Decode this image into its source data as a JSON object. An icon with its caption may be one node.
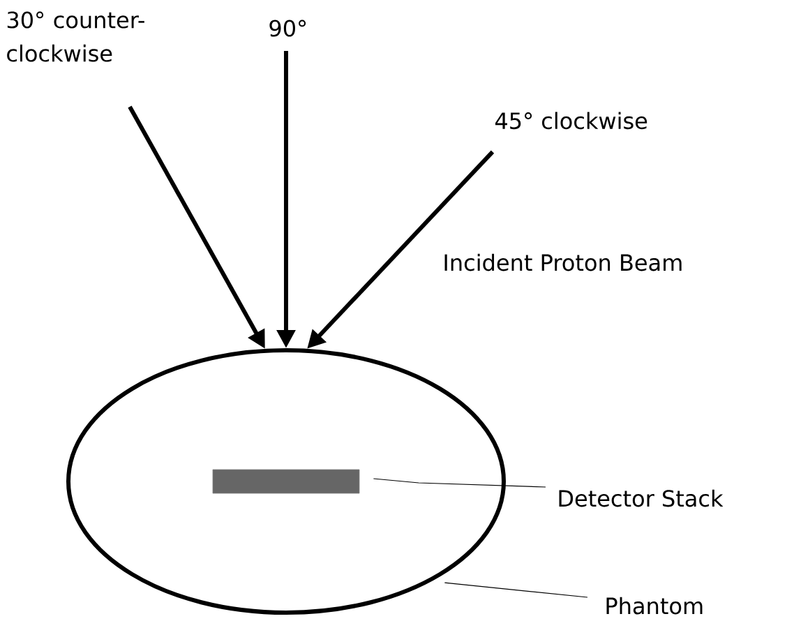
{
  "diagram": {
    "nodes": [
      {
        "text": [],
        "shape": "ellipse"
      },
      {
        "text": [],
        "shape": "bar",
        "in": 0
      },
      {
        "text": [
          "30° counter-clockwise"
        ]
      },
      {
        "text": [
          "90°"
        ]
      },
      {
        "text": [
          "45° clockwise"
        ]
      },
      {
        "text": [
          "Detector Stack"
        ]
      },
      {
        "text": [
          "Phantom"
        ]
      }
    ],
    "edges": [
      {
        "from": 2,
        "to": 0,
        "arrow": "to"
      },
      {
        "from": 3,
        "to": 0,
        "arrow": "to"
      },
      {
        "from": 4,
        "to": 0,
        "arrow": "to"
      },
      {
        "from": 5,
        "to": 1,
        "arrow": "none"
      },
      {
        "from": 6,
        "to": 0,
        "arrow": "none"
      }
    ],
    "labels": [
      "Incident Proton Beam"
    ]
  }
}
